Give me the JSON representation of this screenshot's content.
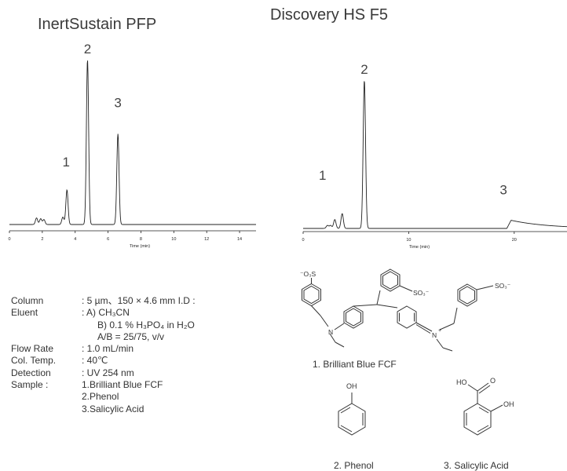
{
  "chart_data": [
    {
      "type": "line",
      "title": "InertSustain PFP",
      "xlabel": "Time (min)",
      "xlim": [
        0,
        15
      ],
      "x_ticks": [
        "0",
        "2",
        "4",
        "6",
        "8",
        "10",
        "12",
        "14"
      ],
      "peaks": [
        {
          "label": "1",
          "x": 3.5,
          "height": 0.21
        },
        {
          "label": "2",
          "x": 4.75,
          "height": 1.0
        },
        {
          "label": "3",
          "x": 6.6,
          "height": 0.55
        }
      ],
      "minor_peaks": [
        {
          "x": 1.65,
          "height": 0.04
        },
        {
          "x": 1.9,
          "height": 0.035
        },
        {
          "x": 2.1,
          "height": 0.03
        },
        {
          "x": 3.25,
          "height": 0.045
        }
      ]
    },
    {
      "type": "line",
      "title": "Discovery HS F5",
      "xlabel": "Time (min)",
      "xlim": [
        0,
        25
      ],
      "x_ticks": [
        "0",
        "10",
        "20"
      ],
      "peaks": [
        {
          "label": "1",
          "x": 3.7,
          "height": 0.1
        },
        {
          "label": "2",
          "x": 5.8,
          "height": 1.0
        },
        {
          "label": "3",
          "x": 19.5,
          "height": 0.055
        }
      ],
      "minor_peaks": [
        {
          "x": 2.3,
          "height": 0.02
        },
        {
          "x": 2.6,
          "height": 0.02
        },
        {
          "x": 3.0,
          "height": 0.06
        }
      ]
    }
  ],
  "conditions": [
    {
      "label": "Column",
      "value": ": 5 µm、150 × 4.6 mm I.D :"
    },
    {
      "label": "Eluent",
      "value": ": A) CH₃CN"
    },
    {
      "label": "",
      "value": "B) 0.1 %  H₃PO₄ in H₂O"
    },
    {
      "label": "",
      "value": "A/B = 25/75, v/v"
    },
    {
      "label": "Flow Rate",
      "value": ": 1.0 mL/min"
    },
    {
      "label": "Col. Temp.",
      "value": ": 40℃"
    },
    {
      "label": "Detection",
      "value": ": UV 254 nm"
    },
    {
      "label": "Sample :",
      "value": "1.Brilliant Blue FCF"
    },
    {
      "label": "",
      "value": "2.Phenol"
    },
    {
      "label": "",
      "value": "3.Salicylic Acid"
    }
  ],
  "compounds": {
    "c1": "1. Brilliant Blue FCF",
    "c2": "2. Phenol",
    "c3": "3. Salicylic Acid"
  },
  "structure_text": {
    "so3_a": "⁻O₃S",
    "so3_b": "SO₃⁻",
    "so3_c": "SO₃⁻",
    "n_a": "N",
    "n_b": "N",
    "n_plus": "+",
    "oh_phenol": "OH",
    "ho_acid": "HO",
    "o_acid": "O",
    "oh_acid": "OH"
  }
}
